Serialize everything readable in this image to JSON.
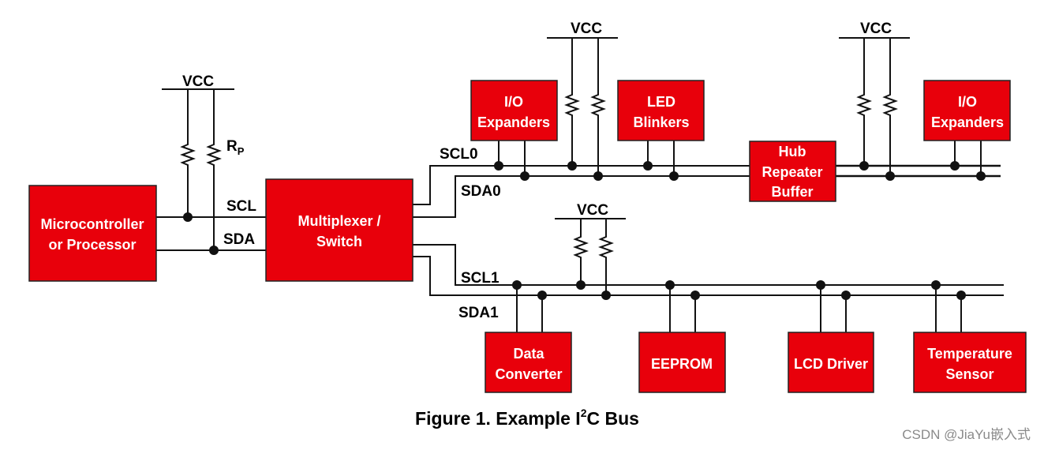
{
  "blocks": {
    "microcontroller": [
      "Microcontroller",
      "or Processor"
    ],
    "multiplexer": [
      "Multiplexer /",
      "Switch"
    ],
    "io_expanders_1": [
      "I/O",
      "Expanders"
    ],
    "led_blinkers": [
      "LED",
      "Blinkers"
    ],
    "hub": [
      "Hub",
      "Repeater",
      "Buffer"
    ],
    "io_expanders_2": [
      "I/O",
      "Expanders"
    ],
    "data_converter": [
      "Data",
      "Converter"
    ],
    "eeprom": [
      "EEPROM"
    ],
    "lcd_driver": [
      "LCD Driver"
    ],
    "temperature_sensor": [
      "Temperature",
      "Sensor"
    ]
  },
  "labels": {
    "vcc": "VCC",
    "rp_main": "R",
    "rp_sub": "P",
    "scl": "SCL",
    "sda": "SDA",
    "scl0": "SCL0",
    "sda0": "SDA0",
    "scl1": "SCL1",
    "sda1": "SDA1"
  },
  "caption": {
    "prefix": "Figure 1. Example I",
    "superscript": "2",
    "suffix": "C Bus"
  },
  "watermark": "CSDN @JiaYu嵌入式"
}
